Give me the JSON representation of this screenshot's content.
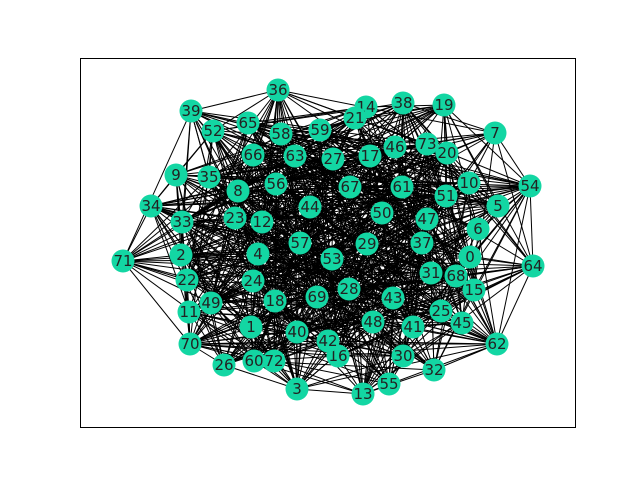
{
  "graph": {
    "node_color": "#13d6a3",
    "edge_color": "#000000",
    "label_color": "#222222",
    "nodes": [
      {
        "id": "0",
        "label": "0"
      },
      {
        "id": "1",
        "label": "1"
      },
      {
        "id": "2",
        "label": "2"
      },
      {
        "id": "3",
        "label": "3"
      },
      {
        "id": "4",
        "label": "4"
      },
      {
        "id": "5",
        "label": "5"
      },
      {
        "id": "6",
        "label": "6"
      },
      {
        "id": "7",
        "label": "7"
      },
      {
        "id": "8",
        "label": "8"
      },
      {
        "id": "9",
        "label": "9"
      },
      {
        "id": "10",
        "label": "10"
      },
      {
        "id": "11",
        "label": "11"
      },
      {
        "id": "12",
        "label": "12"
      },
      {
        "id": "13",
        "label": "13"
      },
      {
        "id": "14",
        "label": "14"
      },
      {
        "id": "15",
        "label": "15"
      },
      {
        "id": "16",
        "label": "16"
      },
      {
        "id": "17",
        "label": "17"
      },
      {
        "id": "18",
        "label": "18"
      },
      {
        "id": "19",
        "label": "19"
      },
      {
        "id": "20",
        "label": "20"
      },
      {
        "id": "21",
        "label": "21"
      },
      {
        "id": "22",
        "label": "22"
      },
      {
        "id": "23",
        "label": "23"
      },
      {
        "id": "24",
        "label": "24"
      },
      {
        "id": "25",
        "label": "25"
      },
      {
        "id": "26",
        "label": "26"
      },
      {
        "id": "27",
        "label": "27"
      },
      {
        "id": "28",
        "label": "28"
      },
      {
        "id": "29",
        "label": "29"
      },
      {
        "id": "30",
        "label": "30"
      },
      {
        "id": "31",
        "label": "31"
      },
      {
        "id": "32",
        "label": "32"
      },
      {
        "id": "33",
        "label": "33"
      },
      {
        "id": "34",
        "label": "34"
      },
      {
        "id": "35",
        "label": "35"
      },
      {
        "id": "36",
        "label": "36"
      },
      {
        "id": "37",
        "label": "37"
      },
      {
        "id": "38",
        "label": "38"
      },
      {
        "id": "39",
        "label": "39"
      },
      {
        "id": "40",
        "label": "40"
      },
      {
        "id": "41",
        "label": "41"
      },
      {
        "id": "42",
        "label": "42"
      },
      {
        "id": "43",
        "label": "43"
      },
      {
        "id": "44",
        "label": "44"
      },
      {
        "id": "45",
        "label": "45"
      },
      {
        "id": "46",
        "label": "46"
      },
      {
        "id": "47",
        "label": "47"
      },
      {
        "id": "48",
        "label": "48"
      },
      {
        "id": "49",
        "label": "49"
      },
      {
        "id": "50",
        "label": "50"
      },
      {
        "id": "51",
        "label": "51"
      },
      {
        "id": "52",
        "label": "52"
      },
      {
        "id": "53",
        "label": "53"
      },
      {
        "id": "54",
        "label": "54"
      },
      {
        "id": "55",
        "label": "55"
      },
      {
        "id": "56",
        "label": "56"
      },
      {
        "id": "57",
        "label": "57"
      },
      {
        "id": "58",
        "label": "58"
      },
      {
        "id": "59",
        "label": "59"
      },
      {
        "id": "60",
        "label": "60"
      },
      {
        "id": "61",
        "label": "61"
      },
      {
        "id": "62",
        "label": "62"
      },
      {
        "id": "63",
        "label": "63"
      },
      {
        "id": "64",
        "label": "64"
      },
      {
        "id": "65",
        "label": "65"
      },
      {
        "id": "66",
        "label": "66"
      },
      {
        "id": "67",
        "label": "67"
      },
      {
        "id": "68",
        "label": "68"
      },
      {
        "id": "69",
        "label": "69"
      },
      {
        "id": "70",
        "label": "70"
      },
      {
        "id": "71",
        "label": "71"
      },
      {
        "id": "72",
        "label": "72"
      },
      {
        "id": "73",
        "label": "73"
      }
    ]
  }
}
